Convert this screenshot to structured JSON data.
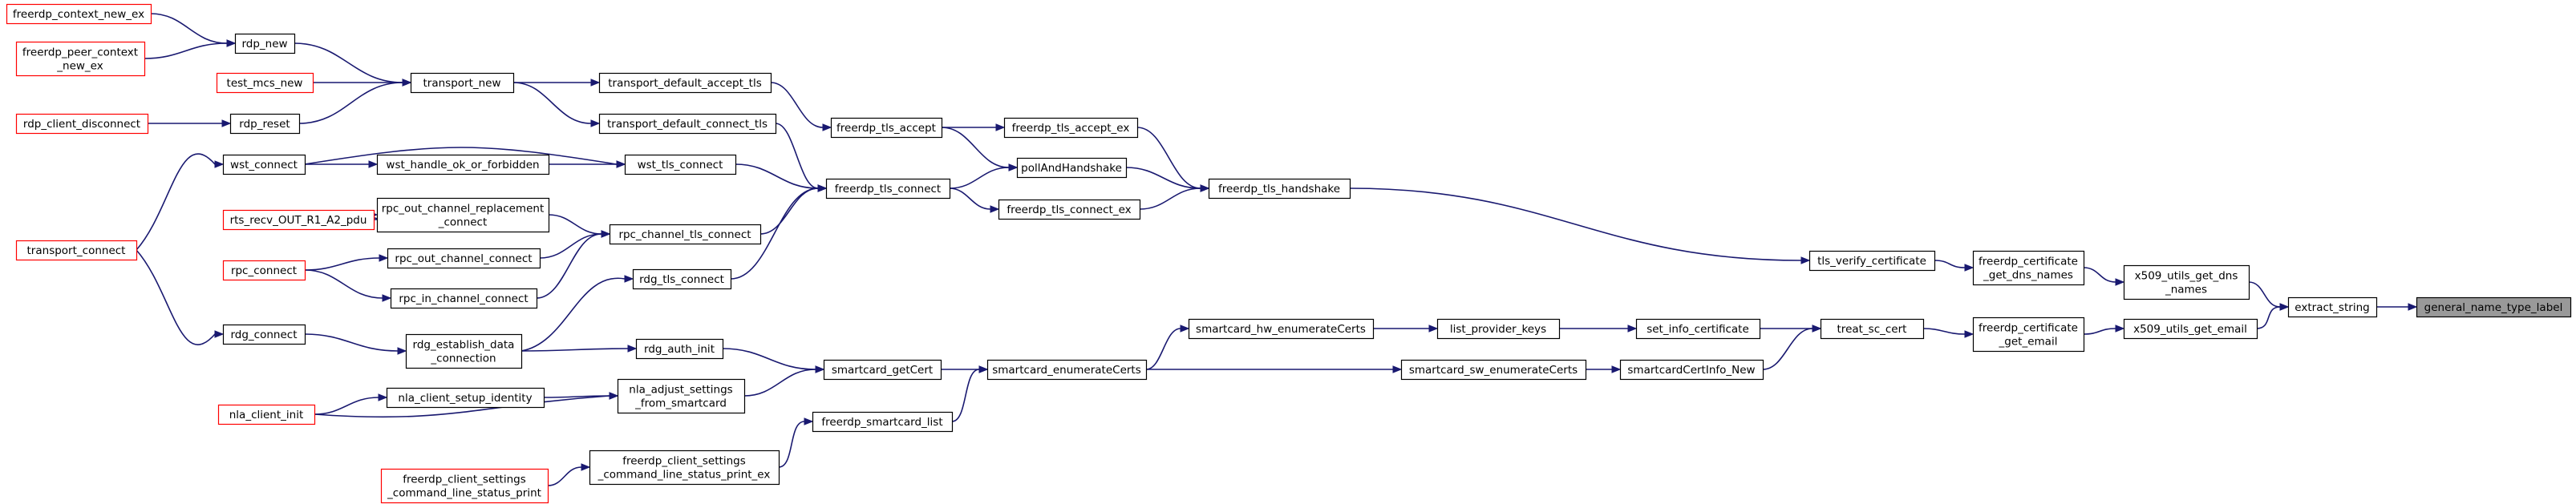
{
  "colors": {
    "edge": "#191970",
    "normal_border": "#000000",
    "truncated_border": "#ff0000",
    "focus_fill": "#999999",
    "node_fill": "#ffffff"
  },
  "nodes": [
    {
      "id": "general_name_type_label",
      "lines": [
        "general_name_type_label"
      ],
      "style": "focus"
    },
    {
      "id": "extract_string",
      "lines": [
        "extract_string"
      ],
      "style": "normal"
    },
    {
      "id": "x509_utils_get_dns_names",
      "lines": [
        "x509_utils_get_dns",
        "_names"
      ],
      "style": "normal"
    },
    {
      "id": "x509_utils_get_email",
      "lines": [
        "x509_utils_get_email"
      ],
      "style": "normal"
    },
    {
      "id": "freerdp_certificate_get_dns_names",
      "lines": [
        "freerdp_certificate",
        "_get_dns_names"
      ],
      "style": "normal"
    },
    {
      "id": "freerdp_certificate_get_email",
      "lines": [
        "freerdp_certificate",
        "_get_email"
      ],
      "style": "normal"
    },
    {
      "id": "tls_verify_certificate",
      "lines": [
        "tls_verify_certificate"
      ],
      "style": "normal"
    },
    {
      "id": "treat_sc_cert",
      "lines": [
        "treat_sc_cert"
      ],
      "style": "normal"
    },
    {
      "id": "freerdp_tls_handshake",
      "lines": [
        "freerdp_tls_handshake"
      ],
      "style": "normal"
    },
    {
      "id": "set_info_certificate",
      "lines": [
        "set_info_certificate"
      ],
      "style": "normal"
    },
    {
      "id": "smartcardCertInfo_New",
      "lines": [
        "smartcardCertInfo_New"
      ],
      "style": "normal"
    },
    {
      "id": "freerdp_tls_accept_ex",
      "lines": [
        "freerdp_tls_accept_ex"
      ],
      "style": "normal"
    },
    {
      "id": "pollAndHandshake",
      "lines": [
        "pollAndHandshake"
      ],
      "style": "normal"
    },
    {
      "id": "freerdp_tls_connect_ex",
      "lines": [
        "freerdp_tls_connect_ex"
      ],
      "style": "normal"
    },
    {
      "id": "list_provider_keys",
      "lines": [
        "list_provider_keys"
      ],
      "style": "normal"
    },
    {
      "id": "smartcard_sw_enumerateCerts",
      "lines": [
        "smartcard_sw_enumerateCerts"
      ],
      "style": "normal"
    },
    {
      "id": "freerdp_tls_accept",
      "lines": [
        "freerdp_tls_accept"
      ],
      "style": "normal"
    },
    {
      "id": "freerdp_tls_connect",
      "lines": [
        "freerdp_tls_connect"
      ],
      "style": "normal"
    },
    {
      "id": "smartcard_hw_enumerateCerts",
      "lines": [
        "smartcard_hw_enumerateCerts"
      ],
      "style": "normal"
    },
    {
      "id": "smartcard_enumerateCerts",
      "lines": [
        "smartcard_enumerateCerts"
      ],
      "style": "normal"
    },
    {
      "id": "transport_default_accept_tls",
      "lines": [
        "transport_default_accept_tls"
      ],
      "style": "normal"
    },
    {
      "id": "transport_default_connect_tls",
      "lines": [
        "transport_default_connect_tls"
      ],
      "style": "normal"
    },
    {
      "id": "wst_tls_connect",
      "lines": [
        "wst_tls_connect"
      ],
      "style": "normal"
    },
    {
      "id": "rpc_channel_tls_connect",
      "lines": [
        "rpc_channel_tls_connect"
      ],
      "style": "normal"
    },
    {
      "id": "rdg_tls_connect",
      "lines": [
        "rdg_tls_connect"
      ],
      "style": "normal"
    },
    {
      "id": "smartcard_getCert",
      "lines": [
        "smartcard_getCert"
      ],
      "style": "normal"
    },
    {
      "id": "freerdp_smartcard_list",
      "lines": [
        "freerdp_smartcard_list"
      ],
      "style": "normal"
    },
    {
      "id": "transport_new",
      "lines": [
        "transport_new"
      ],
      "style": "normal"
    },
    {
      "id": "wst_connect",
      "lines": [
        "wst_connect"
      ],
      "style": "normal"
    },
    {
      "id": "wst_handle_ok_or_forbidden",
      "lines": [
        "wst_handle_ok_or_forbidden"
      ],
      "style": "normal"
    },
    {
      "id": "rpc_out_channel_replacement_connect",
      "lines": [
        "rpc_out_channel_replacement",
        "_connect"
      ],
      "style": "normal"
    },
    {
      "id": "rpc_out_channel_connect",
      "lines": [
        "rpc_out_channel_connect"
      ],
      "style": "normal"
    },
    {
      "id": "rpc_in_channel_connect",
      "lines": [
        "rpc_in_channel_connect"
      ],
      "style": "normal"
    },
    {
      "id": "rdg_establish_data_connection",
      "lines": [
        "rdg_establish_data",
        "_connection"
      ],
      "style": "normal"
    },
    {
      "id": "rdg_auth_init",
      "lines": [
        "rdg_auth_init"
      ],
      "style": "normal"
    },
    {
      "id": "nla_adjust_settings_from_smartcard",
      "lines": [
        "nla_adjust_settings",
        "_from_smartcard"
      ],
      "style": "normal"
    },
    {
      "id": "freerdp_client_settings_command_line_status_print_ex",
      "lines": [
        "freerdp_client_settings",
        "_command_line_status_print_ex"
      ],
      "style": "normal"
    },
    {
      "id": "rdp_new",
      "lines": [
        "rdp_new"
      ],
      "style": "normal"
    },
    {
      "id": "rdp_reset",
      "lines": [
        "rdp_reset"
      ],
      "style": "normal"
    },
    {
      "id": "test_mcs_new",
      "lines": [
        "test_mcs_new"
      ],
      "style": "truncated"
    },
    {
      "id": "transport_connect",
      "lines": [
        "transport_connect"
      ],
      "style": "truncated"
    },
    {
      "id": "rts_recv_OUT_R1_A2_pdu",
      "lines": [
        "rts_recv_OUT_R1_A2_pdu"
      ],
      "style": "truncated"
    },
    {
      "id": "rpc_connect",
      "lines": [
        "rpc_connect"
      ],
      "style": "truncated"
    },
    {
      "id": "rdg_connect",
      "lines": [
        "rdg_connect"
      ],
      "style": "normal"
    },
    {
      "id": "nla_client_setup_identity",
      "lines": [
        "nla_client_setup_identity"
      ],
      "style": "normal"
    },
    {
      "id": "nla_client_init",
      "lines": [
        "nla_client_init"
      ],
      "style": "truncated"
    },
    {
      "id": "freerdp_client_settings_command_line_status_print",
      "lines": [
        "freerdp_client_settings",
        "_command_line_status_print"
      ],
      "style": "truncated"
    },
    {
      "id": "freerdp_context_new_ex",
      "lines": [
        "freerdp_context_new_ex"
      ],
      "style": "truncated"
    },
    {
      "id": "freerdp_peer_context_new_ex",
      "lines": [
        "freerdp_peer_context",
        "_new_ex"
      ],
      "style": "truncated"
    },
    {
      "id": "rdp_client_disconnect",
      "lines": [
        "rdp_client_disconnect"
      ],
      "style": "truncated"
    }
  ],
  "edges": [
    {
      "from": "extract_string",
      "to": "general_name_type_label"
    },
    {
      "from": "x509_utils_get_dns_names",
      "to": "extract_string"
    },
    {
      "from": "x509_utils_get_email",
      "to": "extract_string"
    },
    {
      "from": "freerdp_certificate_get_dns_names",
      "to": "x509_utils_get_dns_names"
    },
    {
      "from": "freerdp_certificate_get_email",
      "to": "x509_utils_get_email"
    },
    {
      "from": "tls_verify_certificate",
      "to": "freerdp_certificate_get_dns_names"
    },
    {
      "from": "treat_sc_cert",
      "to": "freerdp_certificate_get_email"
    },
    {
      "from": "freerdp_tls_handshake",
      "to": "tls_verify_certificate"
    },
    {
      "from": "set_info_certificate",
      "to": "treat_sc_cert"
    },
    {
      "from": "smartcardCertInfo_New",
      "to": "treat_sc_cert"
    },
    {
      "from": "freerdp_tls_accept_ex",
      "to": "freerdp_tls_handshake"
    },
    {
      "from": "pollAndHandshake",
      "to": "freerdp_tls_handshake"
    },
    {
      "from": "freerdp_tls_connect_ex",
      "to": "freerdp_tls_handshake"
    },
    {
      "from": "list_provider_keys",
      "to": "set_info_certificate"
    },
    {
      "from": "smartcard_sw_enumerateCerts",
      "to": "smartcardCertInfo_New"
    },
    {
      "from": "freerdp_tls_accept",
      "to": "freerdp_tls_accept_ex"
    },
    {
      "from": "freerdp_tls_accept",
      "to": "pollAndHandshake"
    },
    {
      "from": "freerdp_tls_connect",
      "to": "pollAndHandshake"
    },
    {
      "from": "freerdp_tls_connect",
      "to": "freerdp_tls_connect_ex"
    },
    {
      "from": "smartcard_hw_enumerateCerts",
      "to": "list_provider_keys"
    },
    {
      "from": "smartcard_enumerateCerts",
      "to": "smartcard_hw_enumerateCerts"
    },
    {
      "from": "smartcard_enumerateCerts",
      "to": "smartcard_sw_enumerateCerts"
    },
    {
      "from": "transport_default_accept_tls",
      "to": "freerdp_tls_accept"
    },
    {
      "from": "transport_default_connect_tls",
      "to": "freerdp_tls_connect"
    },
    {
      "from": "wst_tls_connect",
      "to": "freerdp_tls_connect"
    },
    {
      "from": "rpc_channel_tls_connect",
      "to": "freerdp_tls_connect"
    },
    {
      "from": "rdg_tls_connect",
      "to": "freerdp_tls_connect"
    },
    {
      "from": "smartcard_getCert",
      "to": "smartcard_enumerateCerts"
    },
    {
      "from": "freerdp_smartcard_list",
      "to": "smartcard_enumerateCerts"
    },
    {
      "from": "transport_new",
      "to": "transport_default_accept_tls"
    },
    {
      "from": "transport_new",
      "to": "transport_default_connect_tls"
    },
    {
      "from": "wst_connect",
      "to": "wst_tls_connect"
    },
    {
      "from": "wst_handle_ok_or_forbidden",
      "to": "wst_tls_connect"
    },
    {
      "from": "rpc_out_channel_replacement_connect",
      "to": "rpc_channel_tls_connect"
    },
    {
      "from": "rpc_out_channel_connect",
      "to": "rpc_channel_tls_connect"
    },
    {
      "from": "rpc_in_channel_connect",
      "to": "rpc_channel_tls_connect"
    },
    {
      "from": "rdg_establish_data_connection",
      "to": "rdg_tls_connect"
    },
    {
      "from": "rdg_auth_init",
      "to": "smartcard_getCert"
    },
    {
      "from": "nla_adjust_settings_from_smartcard",
      "to": "smartcard_getCert"
    },
    {
      "from": "freerdp_client_settings_command_line_status_print_ex",
      "to": "freerdp_smartcard_list"
    },
    {
      "from": "rdp_new",
      "to": "transport_new"
    },
    {
      "from": "rdp_reset",
      "to": "transport_new"
    },
    {
      "from": "test_mcs_new",
      "to": "transport_new"
    },
    {
      "from": "wst_connect",
      "to": "wst_handle_ok_or_forbidden"
    },
    {
      "from": "transport_connect",
      "to": "wst_connect"
    },
    {
      "from": "rts_recv_OUT_R1_A2_pdu",
      "to": "rpc_out_channel_replacement_connect"
    },
    {
      "from": "rpc_connect",
      "to": "rpc_out_channel_connect"
    },
    {
      "from": "rpc_connect",
      "to": "rpc_in_channel_connect"
    },
    {
      "from": "rdg_connect",
      "to": "rdg_establish_data_connection"
    },
    {
      "from": "rdg_establish_data_connection",
      "to": "rdg_auth_init"
    },
    {
      "from": "nla_client_setup_identity",
      "to": "nla_adjust_settings_from_smartcard"
    },
    {
      "from": "nla_client_init",
      "to": "nla_adjust_settings_from_smartcard"
    },
    {
      "from": "freerdp_client_settings_command_line_status_print",
      "to": "freerdp_client_settings_command_line_status_print_ex"
    },
    {
      "from": "freerdp_context_new_ex",
      "to": "rdp_new"
    },
    {
      "from": "freerdp_peer_context_new_ex",
      "to": "rdp_new"
    },
    {
      "from": "rdp_client_disconnect",
      "to": "rdp_reset"
    },
    {
      "from": "transport_connect",
      "to": "rdg_connect"
    },
    {
      "from": "nla_client_init",
      "to": "nla_client_setup_identity"
    }
  ]
}
